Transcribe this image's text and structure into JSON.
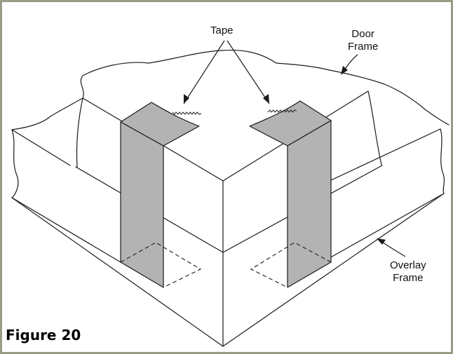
{
  "labels": {
    "tape": "Tape",
    "door_frame": {
      "line1": "Door",
      "line2": "Frame"
    },
    "overlay_frame": {
      "line1": "Overlay",
      "line2": "Frame"
    }
  },
  "figure_title": "Figure 20",
  "colors": {
    "border": "#9a9a86",
    "tape": "#b3b3b3",
    "line": "#1a1a1a"
  }
}
